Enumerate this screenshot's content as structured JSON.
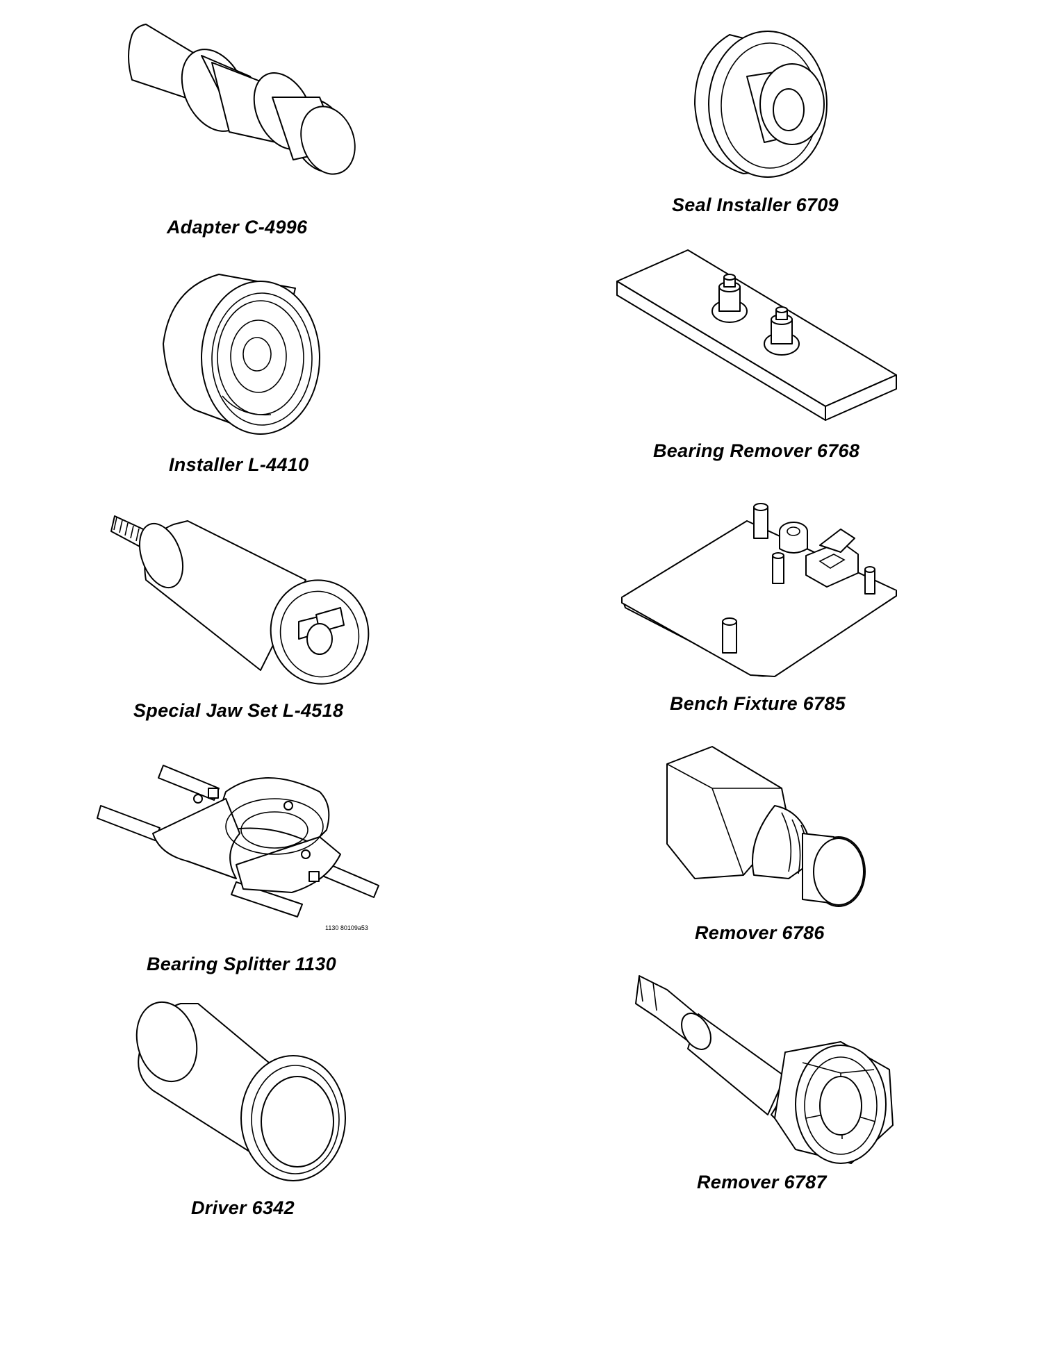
{
  "tools": [
    {
      "id": "adapter",
      "icon": "adapter-cylinder-icon",
      "caption": "Adapter C-4996"
    },
    {
      "id": "seal-installer",
      "icon": "seal-installer-disc-icon",
      "caption": "Seal Installer 6709"
    },
    {
      "id": "installer",
      "icon": "installer-cup-icon",
      "caption": "Installer L-4410"
    },
    {
      "id": "bearing-remover",
      "icon": "bearing-remover-plate-icon",
      "caption": "Bearing Remover 6768"
    },
    {
      "id": "special-jaw-set",
      "icon": "jaw-set-cylinder-icon",
      "caption": "Special Jaw Set L-4518"
    },
    {
      "id": "bench-fixture",
      "icon": "bench-fixture-icon",
      "caption": "Bench Fixture 6785"
    },
    {
      "id": "bearing-splitter",
      "icon": "bearing-splitter-icon",
      "caption": "Bearing Splitter 1130",
      "code": "1130 80109a53"
    },
    {
      "id": "remover-6786",
      "icon": "hex-remover-icon",
      "caption": "Remover 6786"
    },
    {
      "id": "driver",
      "icon": "driver-cylinder-icon",
      "caption": "Driver 6342"
    },
    {
      "id": "remover-6787",
      "icon": "shaft-remover-icon",
      "caption": "Remover 6787"
    }
  ]
}
